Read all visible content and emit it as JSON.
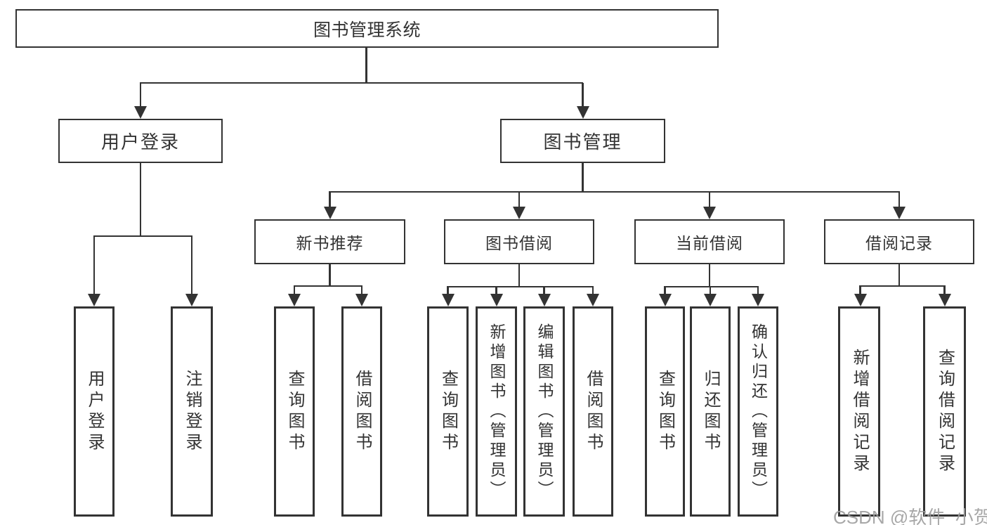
{
  "diagram": {
    "root": {
      "label": "图书管理系统"
    },
    "level2": [
      {
        "label": "用户登录"
      },
      {
        "label": "图书管理"
      }
    ],
    "level3": [
      {
        "label": "新书推荐"
      },
      {
        "label": "图书借阅"
      },
      {
        "label": "当前借阅"
      },
      {
        "label": "借阅记录"
      }
    ],
    "leaves": {
      "user_login": [
        {
          "label": "用户登录"
        },
        {
          "label": "注销登录"
        }
      ],
      "new_book_recommend": [
        {
          "label": "查询图书"
        },
        {
          "label": "借阅图书"
        }
      ],
      "book_borrowing": [
        {
          "label": "查询图书"
        },
        {
          "label": "新增图书（管理员）"
        },
        {
          "label": "编辑图书（管理员）"
        },
        {
          "label": "借阅图书"
        }
      ],
      "current_borrowing": [
        {
          "label": "查询图书"
        },
        {
          "label": "归还图书"
        },
        {
          "label": "确认归还（管理员）"
        }
      ],
      "borrowing_records": [
        {
          "label": "新增借阅记录"
        },
        {
          "label": "查询借阅记录"
        }
      ]
    },
    "watermark": "CSDN @软件_小贺同学",
    "colors": {
      "line": "#333333",
      "text": "#333333",
      "box_background": "#ffffff",
      "page_background": "#ffffff",
      "watermark": "#9c9c9c"
    }
  }
}
